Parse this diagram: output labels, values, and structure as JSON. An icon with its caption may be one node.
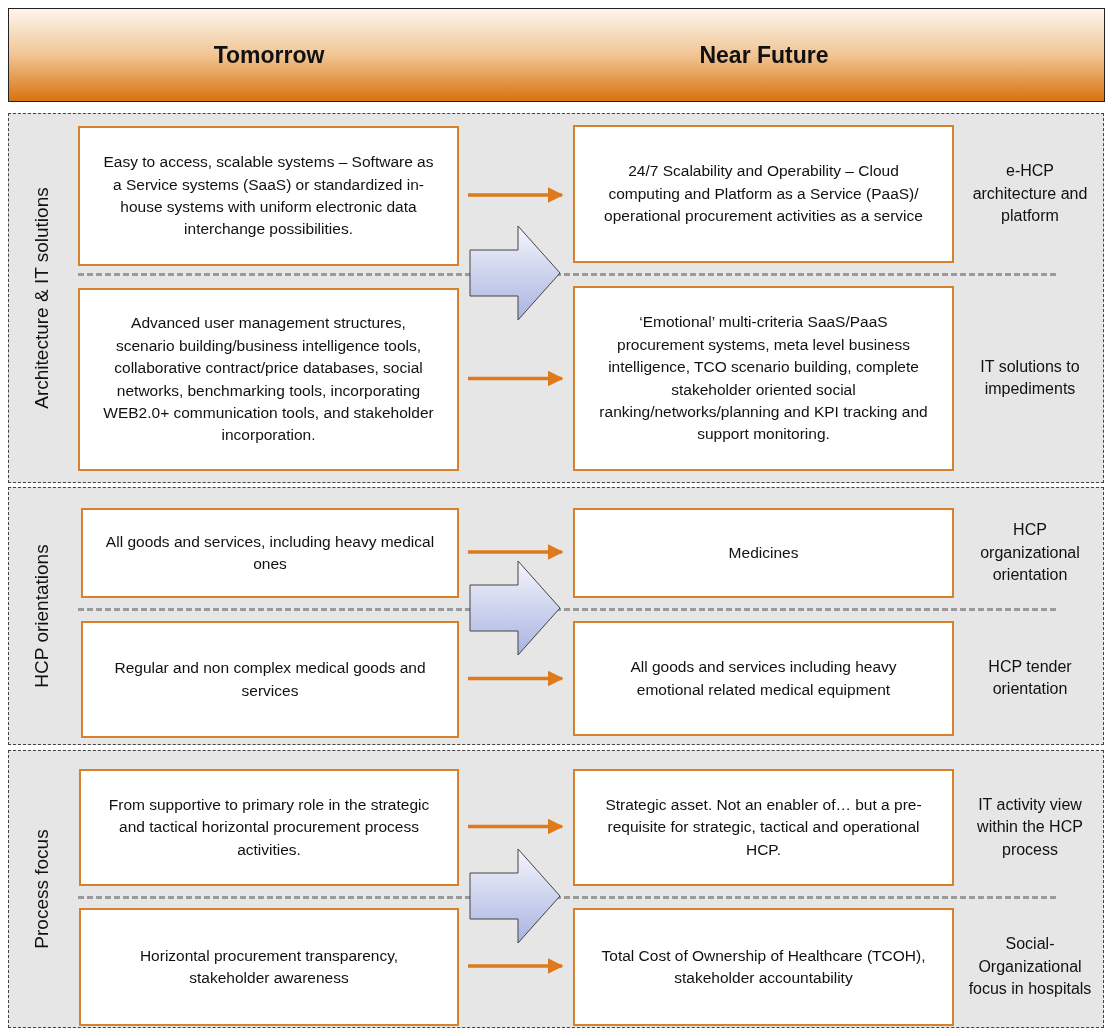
{
  "diagram": {
    "nodes": [
      {
        "text": [
          "Tomorrow",
          "Near Future"
        ]
      },
      {
        "text": [
          "Architecture & IT solutions"
        ]
      },
      {
        "text": [
          "Easy to access, scalable systems – Software as a Service systems (SaaS) or standardized in-house systems with uniform electronic data interchange possibilities."
        ],
        "in": 1
      },
      {
        "text": [
          "24/7 Scalability and Operability – Cloud computing and Platform as a Service (PaaS)/ operational procurement activities as a service"
        ],
        "in": 1,
        "beside": [
          "e-HCP architecture and platform"
        ]
      },
      {
        "text": [
          "Advanced user management structures, scenario building/business intelligence tools, collaborative contract/price databases, social networks, benchmarking tools, incorporating WEB2.0+ communication tools, and stakeholder incorporation."
        ],
        "in": 1
      },
      {
        "text": [
          "‘Emotional’ multi-criteria SaaS/PaaS procurement systems, meta level business intelligence, TCO scenario building, complete stakeholder oriented social ranking/networks/planning and KPI tracking and support monitoring."
        ],
        "in": 1,
        "beside": [
          "IT solutions to impediments"
        ]
      },
      {
        "text": [
          "HCP orientations"
        ]
      },
      {
        "text": [
          "All  goods and services, including heavy medical ones"
        ],
        "in": 6
      },
      {
        "text": [
          "Medicines"
        ],
        "in": 6,
        "beside": [
          "HCP organizational orientation"
        ]
      },
      {
        "text": [
          "Regular and non complex medical goods and services"
        ],
        "in": 6
      },
      {
        "text": [
          "All goods and services including heavy emotional related medical equipment"
        ],
        "in": 6,
        "beside": [
          "HCP tender orientation"
        ]
      },
      {
        "text": [
          "Process focus"
        ]
      },
      {
        "text": [
          "From supportive to primary role in the strategic and tactical horizontal procurement process activities."
        ],
        "in": 11
      },
      {
        "text": [
          "Strategic asset. Not an enabler of… but a pre-requisite for strategic, tactical and operational HCP."
        ],
        "in": 11,
        "beside": [
          "IT activity view within the HCP process"
        ]
      },
      {
        "text": [
          "Horizontal procurement transparency, stakeholder awareness"
        ],
        "in": 11
      },
      {
        "text": [
          "Total Cost of Ownership of Healthcare (TCOH), stakeholder accountability"
        ],
        "in": 11,
        "beside": [
          "Social-Organizational focus in hospitals"
        ]
      }
    ],
    "edges": [
      {
        "from": 2,
        "to": 3,
        "arrow": "to"
      },
      {
        "from": 4,
        "to": 5,
        "arrow": "to"
      },
      {
        "from": 7,
        "to": 8,
        "arrow": "to"
      },
      {
        "from": 9,
        "to": 10,
        "arrow": "to"
      },
      {
        "from": 12,
        "to": 13,
        "arrow": "to"
      },
      {
        "from": 14,
        "to": 15,
        "arrow": "to"
      }
    ]
  }
}
